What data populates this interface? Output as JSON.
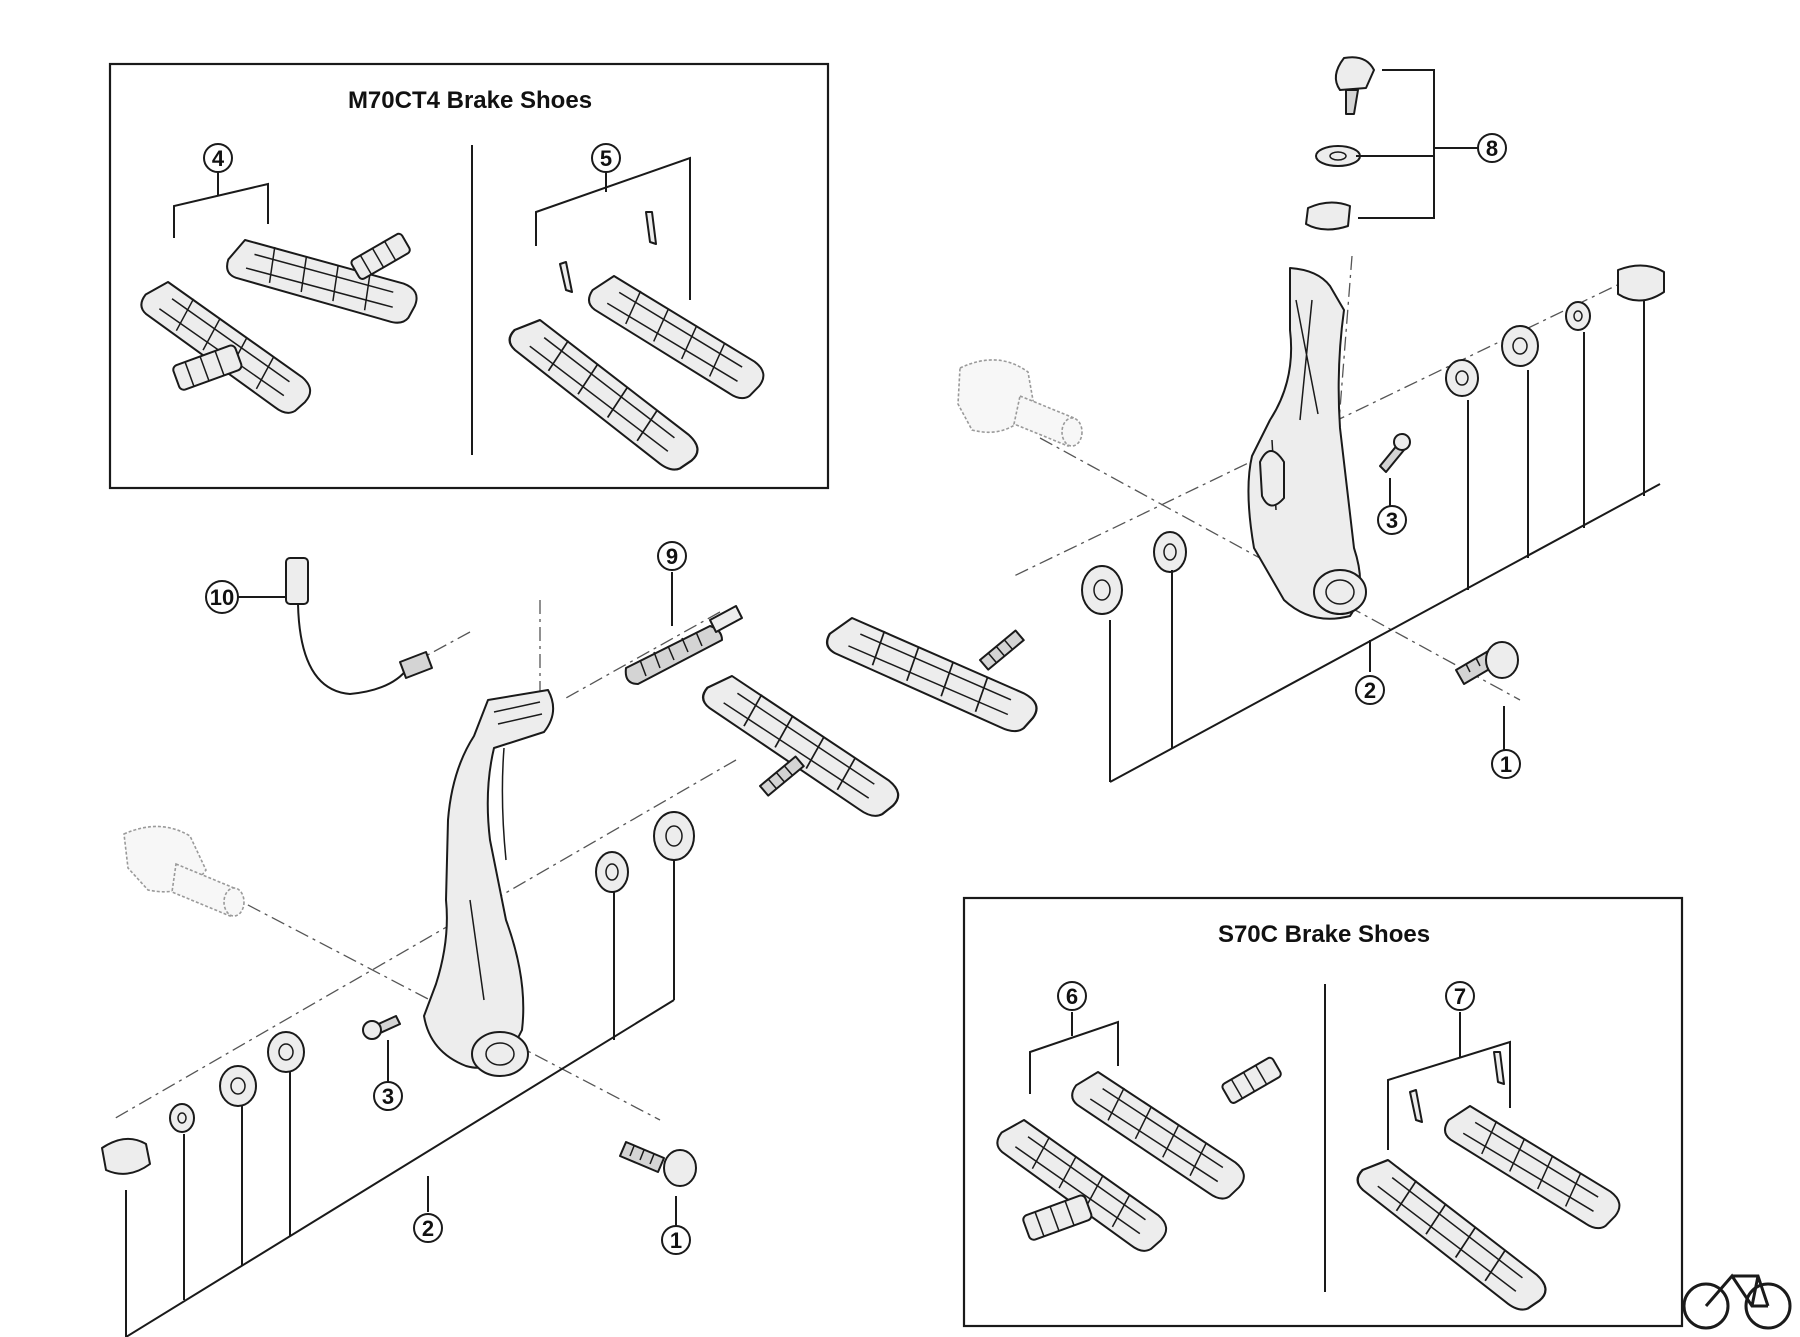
{
  "inset_m70ct4": {
    "title": "M70CT4 Brake Shoes",
    "callouts": [
      "4",
      "5"
    ]
  },
  "inset_s70c": {
    "title": "S70C Brake Shoes",
    "callouts": [
      "6",
      "7"
    ]
  },
  "right_arm_callouts": {
    "fixing_bolt": "1",
    "arm_unit": "2",
    "spring_screw": "3",
    "link_set": "8"
  },
  "left_arm_callouts": {
    "fixing_bolt": "1",
    "arm_unit": "2",
    "spring_screw": "3",
    "cable_lead": "9",
    "inner_lead_pipe": "10"
  },
  "logo": {
    "icon": "bicycle-icon"
  }
}
